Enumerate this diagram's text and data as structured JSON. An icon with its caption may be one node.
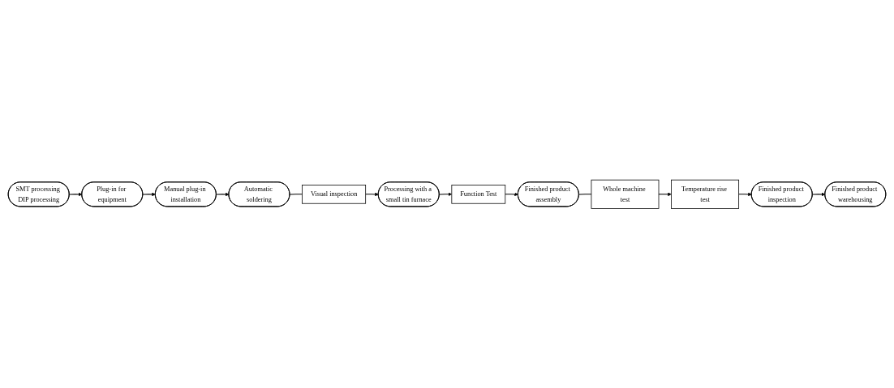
{
  "diagram": {
    "nodes": [
      {
        "text": [
          "SMT processing DIP processing"
        ]
      },
      {
        "text": [
          "Plug-in for equipment"
        ]
      },
      {
        "text": [
          "Manual plug-in installation"
        ]
      },
      {
        "text": [
          "Automatic soldering"
        ]
      },
      {
        "text": [
          "Visual inspection"
        ]
      },
      {
        "text": [
          "Processing with a small tin furnace"
        ]
      },
      {
        "text": [
          "Function Test"
        ]
      },
      {
        "text": [
          "Finished product assembly"
        ]
      },
      {
        "text": [
          "Whole machine test"
        ]
      },
      {
        "text": [
          "Temperature rise test"
        ]
      },
      {
        "text": [
          "Finished product inspection"
        ]
      },
      {
        "text": [
          "Finished product warehousing"
        ]
      }
    ],
    "edges": [
      {
        "from": 0,
        "to": 1,
        "arrow": "to"
      },
      {
        "from": 1,
        "to": 2,
        "arrow": "to"
      },
      {
        "from": 2,
        "to": 3,
        "arrow": "to"
      },
      {
        "from": 3,
        "to": 4,
        "arrow": "none"
      },
      {
        "from": 4,
        "to": 5,
        "arrow": "to"
      },
      {
        "from": 5,
        "to": 6,
        "arrow": "to"
      },
      {
        "from": 6,
        "to": 7,
        "arrow": "to"
      },
      {
        "from": 7,
        "to": 8,
        "arrow": "none"
      },
      {
        "from": 8,
        "to": 9,
        "arrow": "to"
      },
      {
        "from": 9,
        "to": 10,
        "arrow": "to"
      },
      {
        "from": 10,
        "to": 11,
        "arrow": "to"
      }
    ]
  }
}
